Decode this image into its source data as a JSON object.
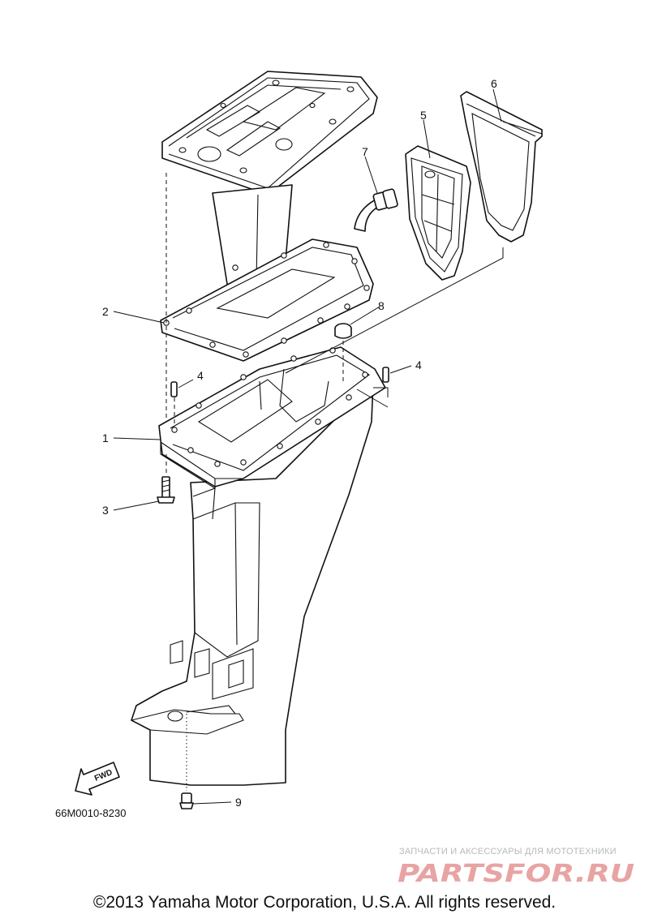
{
  "callouts": {
    "p1": "1",
    "p2": "2",
    "p3": "3",
    "p4a": "4",
    "p4b": "4",
    "p5": "5",
    "p6": "6",
    "p7": "7",
    "p8": "8",
    "p9": "9"
  },
  "fwd_label": "FWD",
  "diagram_ref": "66M0010-8230",
  "watermark": {
    "tagline": "ЗАПЧАСТИ И АКСЕССУАРЫ ДЛЯ МОТОТЕХНИКИ",
    "logo_text": "PARTSFOR.RU",
    "logo_color": "#e8a3a3"
  },
  "copyright": "©2013 Yamaha Motor Corporation, U.S.A. All rights reserved."
}
